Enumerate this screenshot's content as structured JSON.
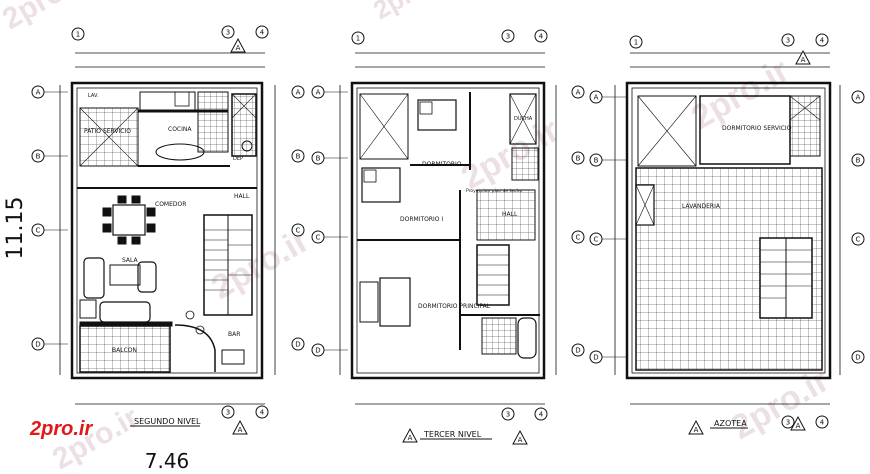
{
  "dimensions": {
    "overall_height": "11.15",
    "overall_width": "7.46"
  },
  "grid": {
    "rows": [
      "A",
      "B",
      "C",
      "D"
    ],
    "cols": [
      "3",
      "4"
    ],
    "north_label": "A"
  },
  "plans": [
    {
      "title": "SEGUNDO NIVEL",
      "rooms": [
        "PATIO SERVICIO",
        "COCINA",
        "COMEDOR",
        "SALA",
        "BALCON",
        "BAR",
        "HALL",
        "LAV.",
        "DEP"
      ]
    },
    {
      "title": "TERCER NIVEL",
      "rooms": [
        "DORMITORIO",
        "DORMITORIO I",
        "DORMITORIO PRINCIPAL",
        "HALL",
        "DUCHA",
        "Proyeccion piso de techo"
      ]
    },
    {
      "title": "AZOTEA",
      "rooms": [
        "DORMITORIO SERVICIO",
        "LAVANDERIA"
      ]
    }
  ],
  "brand": "2pro.ir",
  "watermark": "2pro.ir",
  "colors": {
    "lines": "#111111",
    "brand": "#e01818",
    "watermark": "#c9a4b6"
  }
}
